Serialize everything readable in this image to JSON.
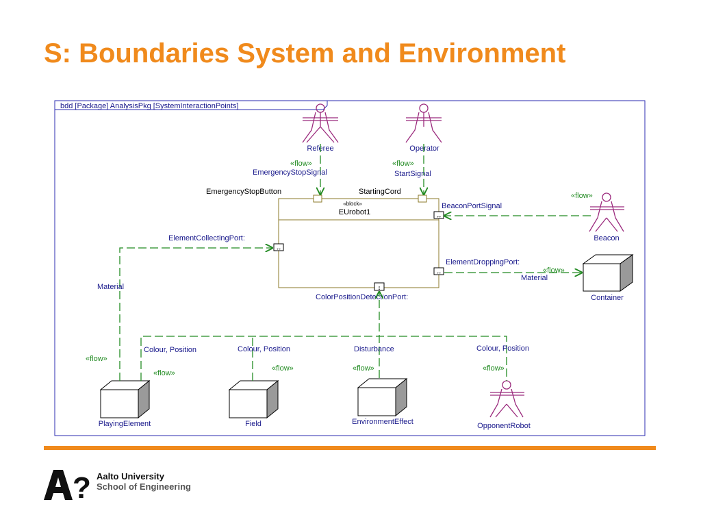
{
  "slide": {
    "title": "S: Boundaries System and Environment"
  },
  "diagram": {
    "frame_title": "bdd [Package] AnalysisPkg [SystemInteractionPoints]",
    "block": {
      "stereotype": "«block»",
      "name": "EUrobot1"
    },
    "ports": {
      "emergency_stop_button": "EmergencyStopButton",
      "starting_cord": "StartingCord",
      "beacon_port_signal": "BeaconPortSignal",
      "element_collecting_port": "ElementCollectingPort:",
      "element_dropping_port": "ElementDroppingPort:",
      "color_position_detection_port": "ColorPositionDetectionPort:"
    },
    "actors": {
      "referee": "Referee",
      "operator": "Operator",
      "beacon": "Beacon",
      "opponent_robot": "OpponentRobot"
    },
    "nodes": {
      "container": "Container",
      "playing_element": "PlayingElement",
      "field": "Field",
      "environment_effect": "EnvironmentEffect"
    },
    "flows": {
      "flow_stereotype": "«flow»",
      "emergency_stop_signal": "EmergencyStopSignal",
      "start_signal": "StartSignal",
      "material_left": "Material",
      "material_right": "Material",
      "colour_position_1": "Colour, Position",
      "colour_position_2": "Colour, Position",
      "colour_position_3": "Colour, Position",
      "disturbance": "Disturbance"
    }
  },
  "footer": {
    "university": "Aalto University",
    "school": "School of Engineering"
  },
  "colors": {
    "accent": "#f08a1c",
    "frame": "#2b2bb0",
    "flow": "#228b22",
    "actor": "#9b2a7d",
    "block_border": "#8b7a2a"
  }
}
